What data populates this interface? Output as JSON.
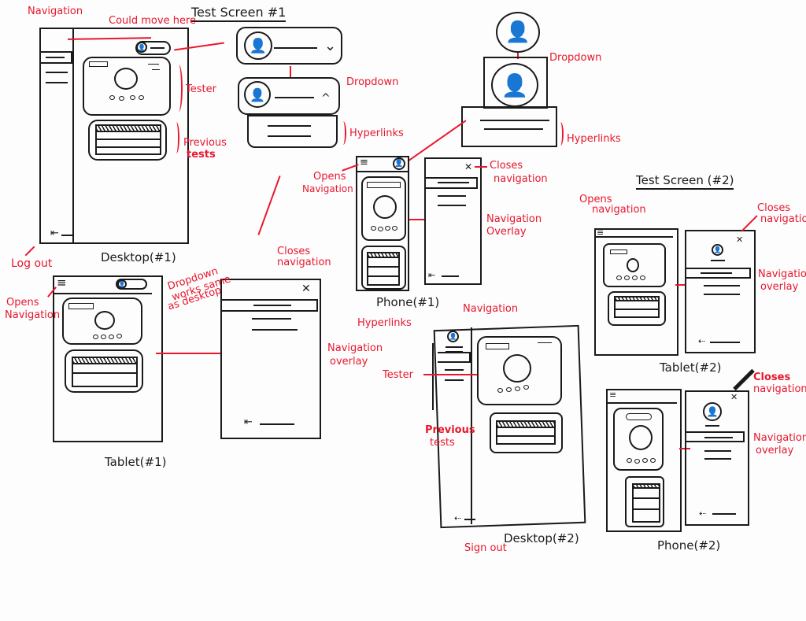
{
  "titles": {
    "screen1": "Test Screen #1",
    "screen2": "Test Screen (#2)"
  },
  "captions": {
    "desktop1": "Desktop(#1)",
    "tablet1": "Tablet(#1)",
    "phone1": "Phone(#1)",
    "desktop2": "Desktop(#2)",
    "tablet2": "Tablet(#2)",
    "phone2": "Phone(#2)"
  },
  "annotations": {
    "desktop1_navigation": "Navigation",
    "desktop1_could_move": "Could move here",
    "desktop1_tester": "Tester",
    "desktop1_previous_tests_1": "Previous",
    "desktop1_previous_tests_2": "tests",
    "desktop1_logout": "Log out",
    "dropdown1": "Dropdown",
    "hyperlinks1": "Hyperlinks",
    "dropdown2": "Dropdown",
    "hyperlinks2": "Hyperlinks",
    "tablet1_opens_nav_1": "Opens",
    "tablet1_opens_nav_2": "Navigation",
    "tablet1_dropdown_1": "Dropdown",
    "tablet1_dropdown_2": "works same",
    "tablet1_dropdown_3": "as desktop",
    "tablet1_closes_nav_1": "Closes",
    "tablet1_closes_nav_2": "navigation",
    "phone1_opens_nav_1": "Opens",
    "phone1_opens_nav_2": "Navigation",
    "phone1_closes_nav_1": "Closes",
    "phone1_closes_nav_2": "navigation",
    "phone1_overlay_1": "Navigation",
    "phone1_overlay_2": "Overlay",
    "desktop2_navigation": "Navigation",
    "desktop2_hyperlinks": "Hyperlinks",
    "desktop2_overlay_1": "Navigation",
    "desktop2_overlay_2": "overlay",
    "desktop2_tester": "Tester",
    "desktop2_previous_1": "Previous",
    "desktop2_previous_2": "tests",
    "desktop2_signout": "Sign out",
    "tablet2_opens_nav_1": "Opens",
    "tablet2_opens_nav_2": "navigation",
    "tablet2_closes_nav_1": "Closes",
    "tablet2_closes_nav_2": "navigation",
    "tablet2_overlay_1": "Navigation",
    "tablet2_overlay_2": "overlay",
    "phone2_closes_nav_1": "Closes",
    "phone2_closes_nav_2": "navigation",
    "phone2_overlay_1": "Navigation",
    "phone2_overlay_2": "overlay"
  },
  "icons": {
    "hamburger": "≡",
    "close": "✕",
    "chevron_down": "⌄",
    "chevron_up": "^",
    "logout": "⇤",
    "signout": "⇠",
    "user": "👤"
  },
  "colors": {
    "ink": "#1a1a1a",
    "annotation": "#e8172d"
  }
}
